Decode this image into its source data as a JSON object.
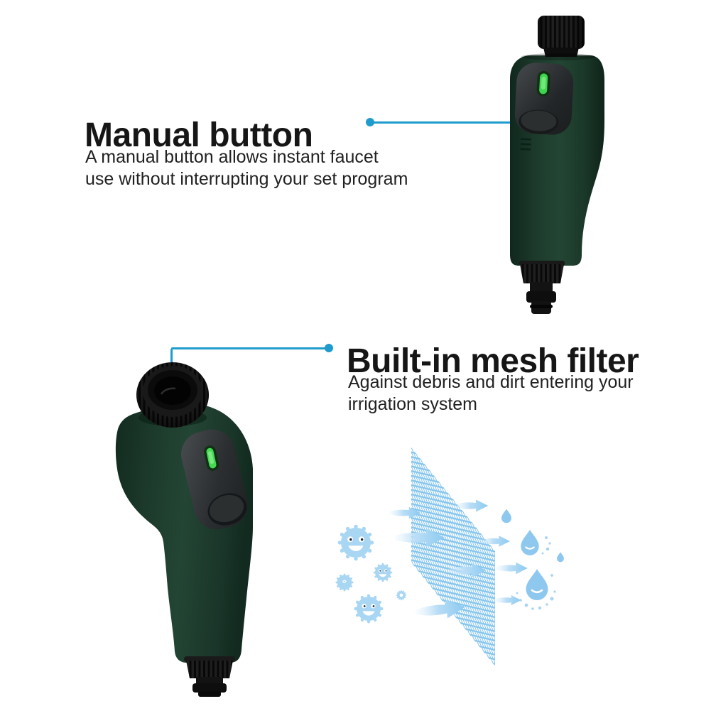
{
  "page": {
    "background": "#ffffff",
    "description": "Product feature infographic for a smart garden watering timer"
  },
  "colors": {
    "accent_line": "#1f9ccd",
    "heading_text": "#161616",
    "body_text": "#212121",
    "product_green": "#1d3b2c",
    "product_black": "#121212",
    "led_green": "#40d54e",
    "illustration_blue": "#8ccaf0",
    "mesh_blue": "#85c5ee"
  },
  "features": [
    {
      "title": "Manual button",
      "description_lines": [
        "A manual button allows instant faucet",
        "use without interrupting your set program"
      ]
    },
    {
      "title": "Built-in mesh filter",
      "description_lines": [
        "Against debris and dirt entering your",
        "irrigation system"
      ]
    }
  ],
  "products": [
    {
      "name": "water-timer-front-view",
      "led_status": "on"
    },
    {
      "name": "water-timer-tilted-top-view",
      "led_status": "on"
    }
  ],
  "illustration": {
    "name": "mesh-filtering-diagram",
    "icons": [
      "germ-icon",
      "flow-arrow-icon",
      "mesh-grid",
      "water-drop-icon"
    ],
    "germ_count": 5,
    "arrow_count": 8,
    "drop_count": 4
  }
}
